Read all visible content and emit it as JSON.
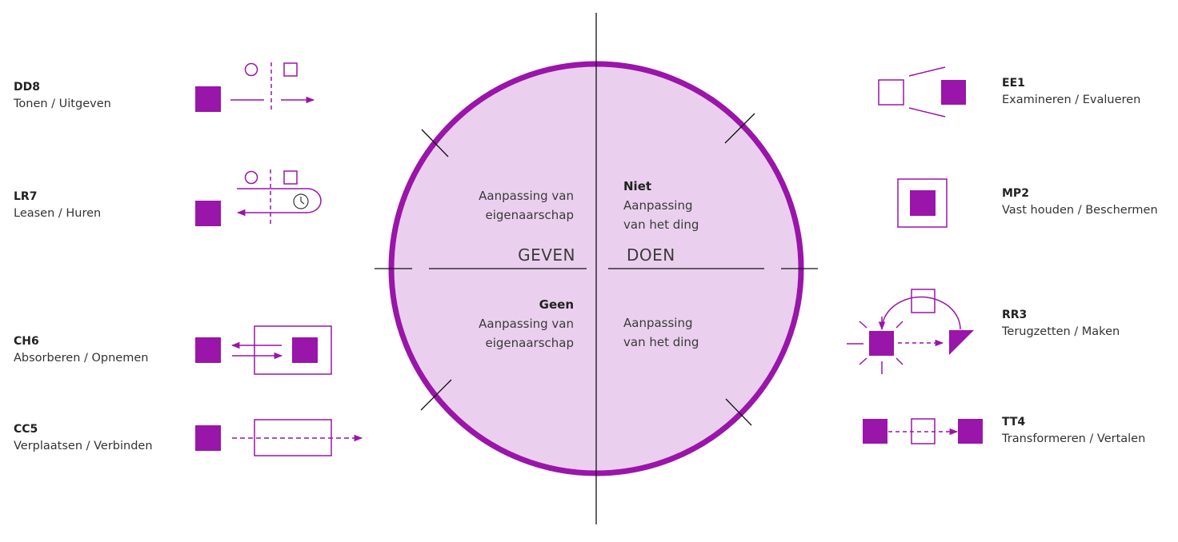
{
  "colors": {
    "accent": "#9a15a9",
    "fill": "#ead0ee",
    "line": "#111111"
  },
  "center": {
    "top_left": {
      "line1": "Aanpassing van",
      "line2": "eigenaarschap"
    },
    "top_right": {
      "bold": "Niet",
      "line1": "Aanpassing",
      "line2": "van het ding"
    },
    "bottom_left": {
      "bold": "Geen",
      "line1": "Aanpassing van",
      "line2": "eigenaarschap"
    },
    "bottom_right": {
      "line1": "Aanpassing",
      "line2": "van het ding"
    },
    "axis_left": "GEVEN",
    "axis_right": "DOEN"
  },
  "left_items": [
    {
      "code": "DD8",
      "name": "Tonen / Uitgeven"
    },
    {
      "code": "LR7",
      "name": "Leasen / Huren"
    },
    {
      "code": "CH6",
      "name": "Absorberen / Opnemen"
    },
    {
      "code": "CC5",
      "name": "Verplaatsen / Verbinden"
    }
  ],
  "right_items": [
    {
      "code": "EE1",
      "name": "Examineren / Evalueren"
    },
    {
      "code": "MP2",
      "name": "Vast houden / Beschermen"
    },
    {
      "code": "RR3",
      "name": "Terugzetten / Maken"
    },
    {
      "code": "TT4",
      "name": "Transformeren / Vertalen"
    }
  ]
}
